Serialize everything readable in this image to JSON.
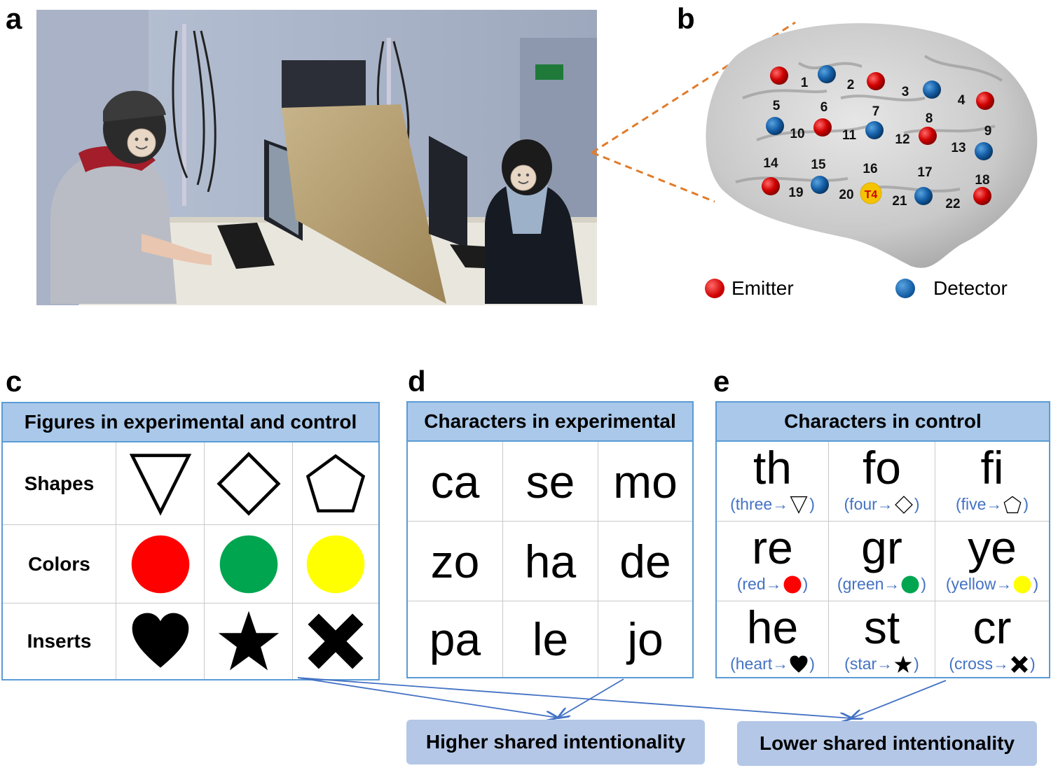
{
  "panels": {
    "a": "a",
    "b": "b",
    "c": "c",
    "d": "d",
    "e": "e"
  },
  "brain": {
    "channels": [
      "1",
      "2",
      "3",
      "4",
      "5",
      "6",
      "7",
      "8",
      "9",
      "10",
      "11",
      "12",
      "13",
      "14",
      "15",
      "16",
      "17",
      "18",
      "19",
      "20",
      "21",
      "22"
    ],
    "t4_label": "T4",
    "legend": {
      "emitter": "Emitter",
      "detector": "Detector"
    },
    "colors": {
      "emitter": "#d00000",
      "detector": "#1560a8",
      "t4": "#f5c400"
    }
  },
  "table_c": {
    "title": "Figures in experimental and control",
    "rows": [
      {
        "label": "Shapes",
        "icons": [
          "inverted-triangle-icon",
          "diamond-icon",
          "pentagon-icon"
        ]
      },
      {
        "label": "Colors",
        "icons": [
          "red-circle-icon",
          "green-circle-icon",
          "yellow-circle-icon"
        ]
      },
      {
        "label": "Inserts",
        "icons": [
          "heart-icon",
          "star-icon",
          "cross-icon"
        ]
      }
    ],
    "colors": {
      "red": "#ff0000",
      "green": "#00a550",
      "yellow": "#ffff00"
    }
  },
  "table_d": {
    "title": "Characters in experimental",
    "rows": [
      [
        "ca",
        "se",
        "mo"
      ],
      [
        "zo",
        "ha",
        "de"
      ],
      [
        "pa",
        "le",
        "jo"
      ]
    ]
  },
  "table_e": {
    "title": "Characters in control",
    "rows": [
      [
        {
          "text": "th",
          "hint_pre": "(three→",
          "hint_post": ")",
          "icon": "inverted-triangle-icon"
        },
        {
          "text": "fo",
          "hint_pre": "(four→",
          "hint_post": ")",
          "icon": "diamond-icon"
        },
        {
          "text": "fi",
          "hint_pre": "(five→",
          "hint_post": ")",
          "icon": "pentagon-icon"
        }
      ],
      [
        {
          "text": "re",
          "hint_pre": "(red→",
          "hint_post": ")",
          "icon": "red-circle-icon"
        },
        {
          "text": "gr",
          "hint_pre": "(green→",
          "hint_post": ")",
          "icon": "green-circle-icon"
        },
        {
          "text": "ye",
          "hint_pre": "(yellow→",
          "hint_post": ")",
          "icon": "yellow-circle-icon"
        }
      ],
      [
        {
          "text": "he",
          "hint_pre": "(heart→",
          "hint_post": ")",
          "icon": "heart-icon"
        },
        {
          "text": "st",
          "hint_pre": "(star→",
          "hint_post": ")",
          "icon": "star-icon"
        },
        {
          "text": "cr",
          "hint_pre": "(cross→",
          "hint_post": ")",
          "icon": "cross-icon"
        }
      ]
    ]
  },
  "outcomes": {
    "higher": "Higher shared intentionality",
    "lower": "Lower shared intentionality"
  }
}
